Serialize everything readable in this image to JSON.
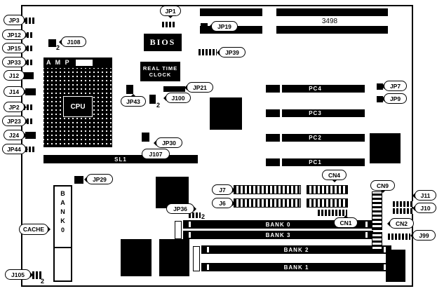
{
  "chips": {
    "part_number": "3498",
    "bios": "BIOS",
    "rtc_line1": "REAL TIME",
    "rtc_line2": "CLOCK",
    "amp": "A M P",
    "cpu": "CPU",
    "sl1": "SL1",
    "cache_letters": [
      "B",
      "A",
      "N",
      "K",
      "0"
    ]
  },
  "slots": {
    "pci": [
      "PC4",
      "PC3",
      "PC2",
      "PC1"
    ],
    "memory": [
      "BANK 0",
      "BANK 3",
      "BANK 2",
      "BANK 1"
    ]
  },
  "markers": {
    "pin2": "2"
  },
  "colors": {
    "ink": "#000000",
    "paper": "#ffffff"
  },
  "callouts": {
    "jp1": "JP1",
    "jp3": "JP3",
    "jp12": "JP12",
    "jp15": "JP15",
    "jp33": "JP33",
    "j12": "J12",
    "j14": "J14",
    "jp2": "JP2",
    "jp23": "JP23",
    "j24": "J24",
    "jp44": "JP44",
    "j108": "J108",
    "jp19": "JP19",
    "jp39": "JP39",
    "jp21": "JP21",
    "jp43": "JP43",
    "j100": "J100",
    "jp30": "JP30",
    "j107": "J107",
    "jp29": "JP29",
    "jp7": "JP7",
    "jp9": "JP9",
    "cn4": "CN4",
    "j7": "J7",
    "j6": "J6",
    "jp36": "JP36",
    "cn9": "CN9",
    "j11": "J11",
    "j10": "J10",
    "cn1": "CN1",
    "cn2": "CN2",
    "j99": "J99",
    "cache": "CACHE",
    "j105": "J105"
  }
}
